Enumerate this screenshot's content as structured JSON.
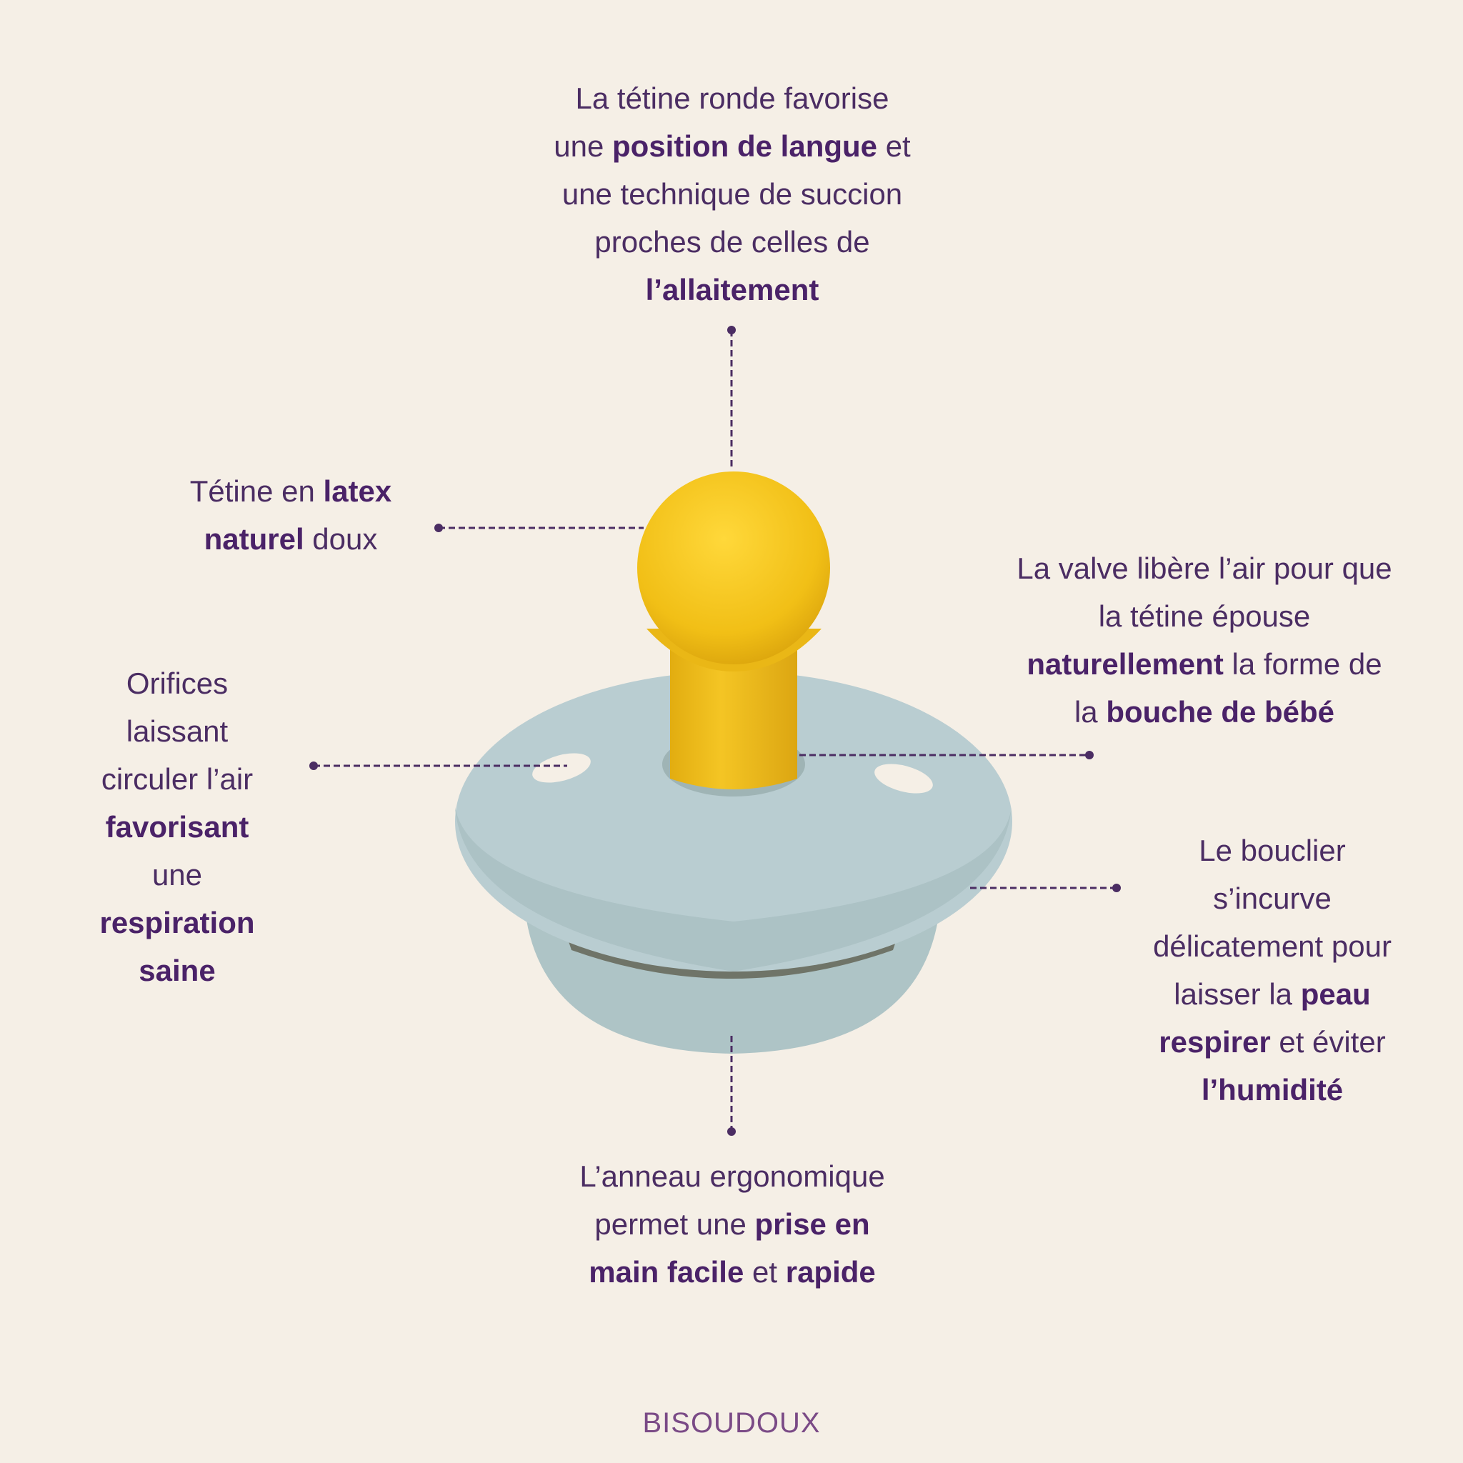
{
  "callouts": {
    "top": {
      "lines": [
        [
          {
            "t": "La tétine ronde favorise",
            "b": false
          }
        ],
        [
          {
            "t": "une ",
            "b": false
          },
          {
            "t": "position de langue",
            "b": true
          },
          {
            "t": " et",
            "b": false
          }
        ],
        [
          {
            "t": "une technique de succion",
            "b": false
          }
        ],
        [
          {
            "t": "proches de celles de",
            "b": false
          }
        ],
        [
          {
            "t": "l’allaitement",
            "b": true
          }
        ]
      ]
    },
    "latex": {
      "lines": [
        [
          {
            "t": "Tétine en ",
            "b": false
          },
          {
            "t": "latex",
            "b": true
          }
        ],
        [
          {
            "t": "naturel",
            "b": true
          },
          {
            "t": " doux",
            "b": false
          }
        ]
      ]
    },
    "orifices": {
      "lines": [
        [
          {
            "t": "Orifices",
            "b": false
          }
        ],
        [
          {
            "t": "laissant",
            "b": false
          }
        ],
        [
          {
            "t": "circuler l’air",
            "b": false
          }
        ],
        [
          {
            "t": "favorisant",
            "b": true
          }
        ],
        [
          {
            "t": "une",
            "b": false
          }
        ],
        [
          {
            "t": "respiration",
            "b": true
          }
        ],
        [
          {
            "t": "saine",
            "b": true
          }
        ]
      ]
    },
    "valve": {
      "lines": [
        [
          {
            "t": "La valve libère l’air pour que",
            "b": false
          }
        ],
        [
          {
            "t": "la tétine épouse",
            "b": false
          }
        ],
        [
          {
            "t": "naturellement",
            "b": true
          },
          {
            "t": " la forme de",
            "b": false
          }
        ],
        [
          {
            "t": "la ",
            "b": false
          },
          {
            "t": "bouche de bébé",
            "b": true
          }
        ]
      ]
    },
    "shield": {
      "lines": [
        [
          {
            "t": "Le bouclier",
            "b": false
          }
        ],
        [
          {
            "t": "s’incurve",
            "b": false
          }
        ],
        [
          {
            "t": "délicatement pour",
            "b": false
          }
        ],
        [
          {
            "t": "laisser la ",
            "b": false
          },
          {
            "t": "peau",
            "b": true
          }
        ],
        [
          {
            "t": "respirer",
            "b": true
          },
          {
            "t": " et éviter",
            "b": false
          }
        ],
        [
          {
            "t": "l’humidité",
            "b": true
          }
        ]
      ]
    },
    "ring": {
      "lines": [
        [
          {
            "t": "L’anneau ergonomique",
            "b": false
          }
        ],
        [
          {
            "t": "permet une ",
            "b": false
          },
          {
            "t": "prise en",
            "b": true
          }
        ],
        [
          {
            "t": "main facile",
            "b": true
          },
          {
            "t": " et ",
            "b": false
          },
          {
            "t": "rapide",
            "b": true
          }
        ]
      ]
    }
  },
  "brand": {
    "logo": "BISOUDOUX"
  },
  "colors": {
    "background": "#f5efe6",
    "text": "#4b2d63",
    "nipple": "#f4c21c",
    "shield": "#b9cdd1"
  }
}
